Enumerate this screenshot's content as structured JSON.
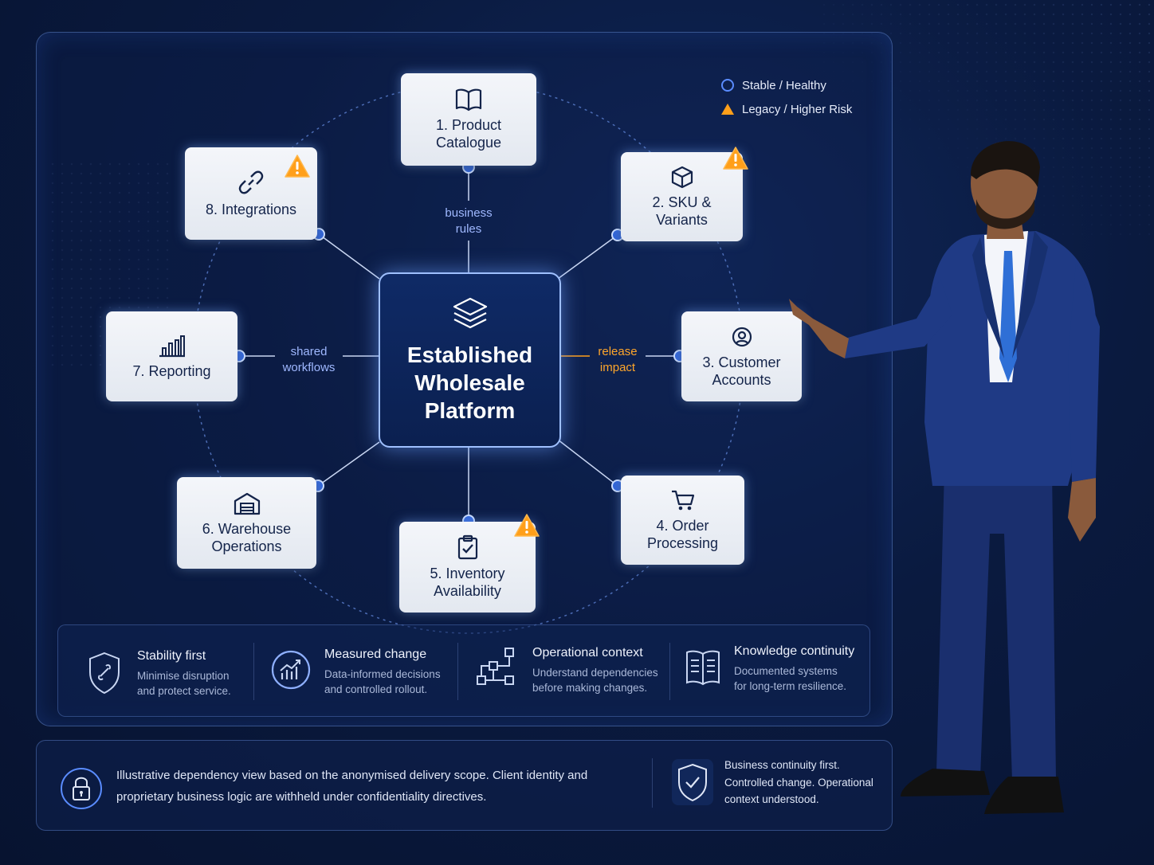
{
  "center": {
    "label": "Established\nWholesale\nPlatform"
  },
  "nodes": [
    {
      "id": "product-catalogue",
      "label": "1. Product\nCatalogue",
      "icon": "book-icon",
      "status": "stable"
    },
    {
      "id": "sku-variants",
      "label": "2. SKU &\nVariants",
      "icon": "cube-icon",
      "status": "legacy"
    },
    {
      "id": "customer-accounts",
      "label": "3. Customer\nAccounts",
      "icon": "user-icon",
      "status": "stable"
    },
    {
      "id": "order-processing",
      "label": "4. Order\nProcessing",
      "icon": "cart-icon",
      "status": "stable"
    },
    {
      "id": "inventory-availability",
      "label": "5. Inventory\nAvailability",
      "icon": "clipboard-check-icon",
      "status": "legacy"
    },
    {
      "id": "warehouse-operations",
      "label": "6. Warehouse\nOperations",
      "icon": "warehouse-icon",
      "status": "stable"
    },
    {
      "id": "reporting",
      "label": "7. Reporting",
      "icon": "bar-chart-icon",
      "status": "stable"
    },
    {
      "id": "integrations",
      "label": "8. Integrations",
      "icon": "link-icon",
      "status": "legacy"
    }
  ],
  "edge_labels": {
    "business_rules": "business\nrules",
    "shared_workflows": "shared\nworkflows",
    "release_impact": "release\nimpact"
  },
  "legend": {
    "stable": "Stable / Healthy",
    "legacy": "Legacy / Higher Risk"
  },
  "principles": [
    {
      "title": "Stability first",
      "text": "Minimise disruption\nand protect service.",
      "icon": "shield-icon"
    },
    {
      "title": "Measured change",
      "text": "Data-informed decisions\nand controlled rollout.",
      "icon": "trend-chart-icon"
    },
    {
      "title": "Operational context",
      "text": "Understand dependencies\nbefore making changes.",
      "icon": "flow-diagram-icon"
    },
    {
      "title": "Knowledge continuity",
      "text": "Documented systems\nfor long-term resilience.",
      "icon": "open-book-icon"
    }
  ],
  "footer": {
    "disclaimer": "Illustrative dependency view based on the anonymised delivery scope. Client identity and proprietary business logic are withheld under confidentiality directives.",
    "continuity": "Business continuity first.\nControlled change. Operational\ncontext understood."
  },
  "colors": {
    "accent_blue": "#5a8cff",
    "warning_orange": "#ff9f1a",
    "background": "#0a1a3f"
  }
}
